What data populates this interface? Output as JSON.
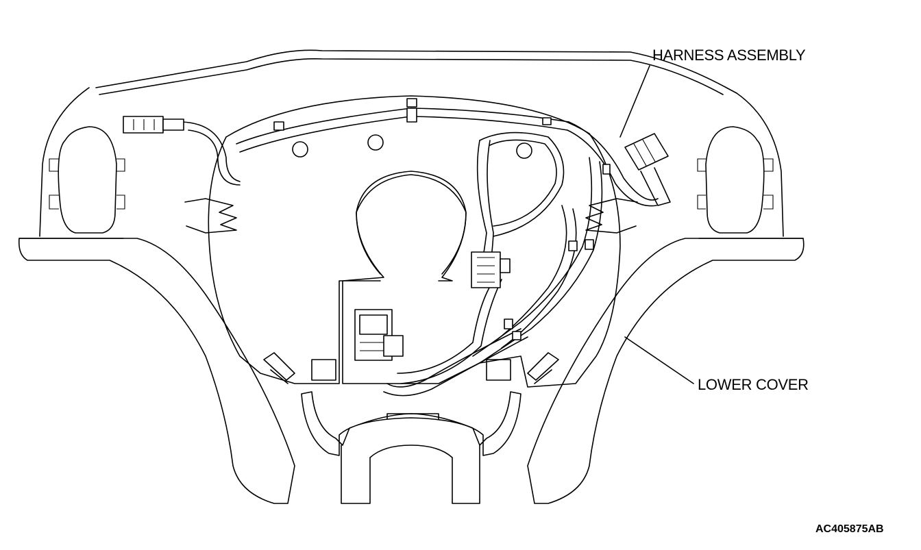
{
  "labels": {
    "harness_assembly": "HARNESS ASSEMBLY",
    "lower_cover": "LOWER COVER",
    "figure_code": "AC405875AB"
  },
  "colors": {
    "line": "#000000",
    "background": "#ffffff"
  }
}
